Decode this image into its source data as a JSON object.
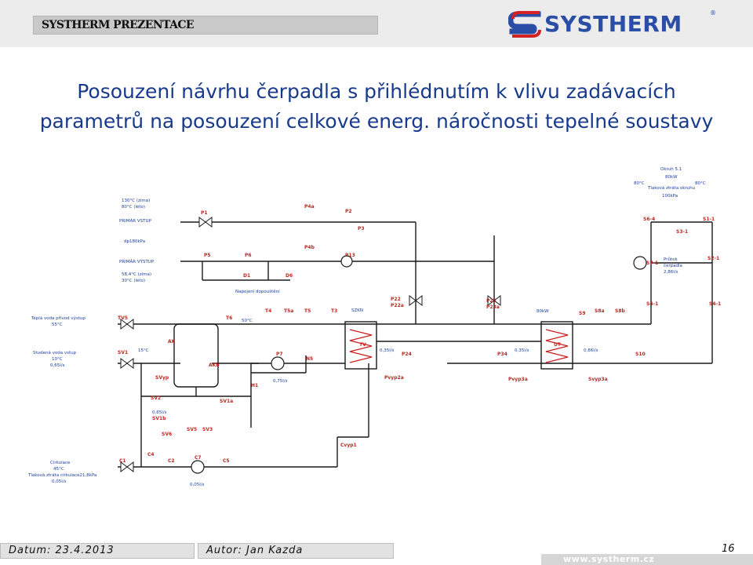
{
  "header": {
    "bar_label": "SYSTHERM PREZENTACE",
    "logo_text": "SYSTHERM",
    "logo_reg": "®"
  },
  "title": {
    "line1": "Posouzení návrhu čerpadla s přihlédnutím k vlivu zadávacích",
    "line2": "parametrů na posouzení celkové energ. náročnosti tepelné soustavy"
  },
  "schematic": {
    "primary_top": [
      "130°C (zima)",
      "80°C (léto)"
    ],
    "primar_vstup": "PRIMÁR VSTUP",
    "dp": "dp180kPa",
    "primar_vystup": "PRIMÁR VÝSTUP",
    "primary_bottom": [
      "58,4°C (zima)",
      "30°C (léto)"
    ],
    "p1": "P1",
    "p2": "P2",
    "p3": "P3",
    "p4a": "P4a",
    "p4b": "P4b",
    "p5": "P5",
    "p6": "P6",
    "p13": "P13",
    "d1": "D1",
    "d6": "D6",
    "napojeni": "Napojení dopouštění",
    "tuv_in": "Teplá voda přívod výstup",
    "tuv_t": "55°C",
    "tv5": "TV5",
    "t6": "T6",
    "t6_temp": "50°C",
    "t4": "T4",
    "t5a": "T5a",
    "t5": "T5",
    "t3": "T3",
    "cold_in": "Studená voda vstup",
    "cold_t": "10°C",
    "cold_f": "0,65l/s",
    "sv1": "SV1",
    "sv1_t": "15°C",
    "ak": "AK",
    "akb": "AKb",
    "svyp": "SVyp",
    "sv2": "SV2",
    "sv1a": "SV1a",
    "sv1b": "SV1b",
    "sv1b_f": "0,65l/s",
    "sv6": "SV6",
    "sv5": "SV5",
    "sv3": "SV3",
    "p7": "P7",
    "p7_f": "0,75l/s",
    "n5": "N5",
    "h1": "H1",
    "szkn": "SZKN",
    "tv": "TV",
    "tv_f": "0,35l/s",
    "p22": "P22",
    "p22a": "P22a",
    "p24": "P24",
    "pvyp2a": "Pvyp2a",
    "p23": "P23",
    "p23a": "P23a",
    "p80kw": "80kW",
    "p34": "P34",
    "p34_f": "0,35l/s",
    "ut": "UT",
    "ut_f": "0,86l/s",
    "pvyp3a": "Pvyp3a",
    "svyp3a": "Svyp3a",
    "s9": "S9",
    "s8a": "S8a",
    "s8b": "S8b",
    "s10": "S10",
    "okruh": "Okruh 5.1",
    "okruh_p": "80kW",
    "okruh_t1": "80°C",
    "okruh_t2": "80°C",
    "tlak_okr": "Tlaková ztráta okruhu",
    "tlak_val": "100kPa",
    "s6_4": "S6-4",
    "s1_1": "S1-1",
    "s3_1": "S3-1",
    "s7_1": "S7-1",
    "s2_1": "S2-1",
    "prutok": "Průtok",
    "cerpadla": "čerpadla",
    "prutok_val": "2,86l/s",
    "s4_1": "S4-1",
    "s4_1b": "S4-1",
    "cirk": "Cirkulace",
    "cirk_t": "45°C",
    "tlak_cirk": "Tlaková ztráta cirkulace21,8kPa",
    "cirk_f": "0,05l/s",
    "c1": "C1",
    "c4": "C4",
    "c2": "C2",
    "c7": "C7",
    "c5": "C5",
    "c7_f": "0,05l/s",
    "cvyp1": "Cvyp1"
  },
  "footer": {
    "date": "Datum: 23.4.2013",
    "author": "Autor: Jan Kazda",
    "page": "16",
    "url": "www.systherm.cz"
  },
  "colors": {
    "title": "#183a8c",
    "logo_blue": "#2a4da6",
    "logo_red": "#d32124",
    "label_blue": "#1a3f9a",
    "label_red": "#cc1e1e"
  }
}
